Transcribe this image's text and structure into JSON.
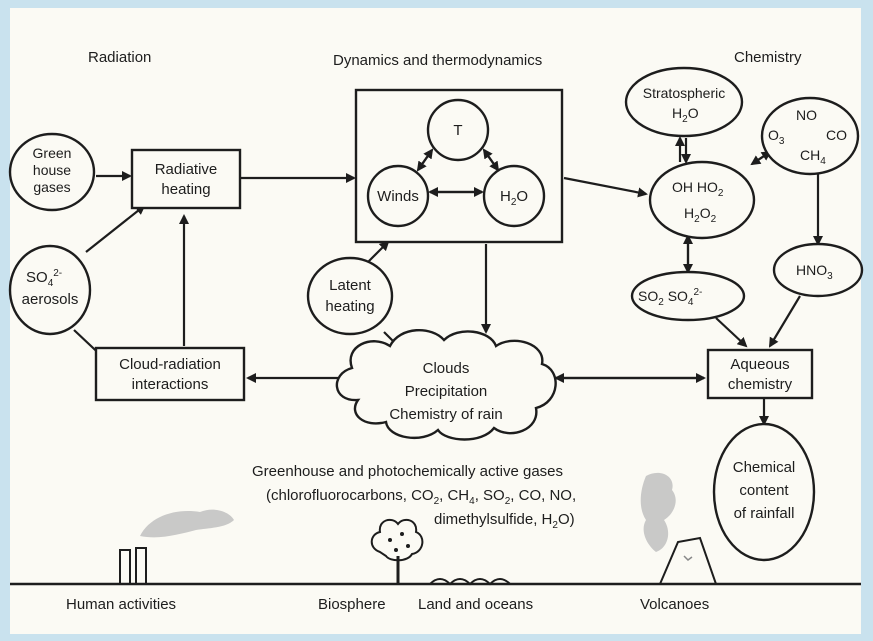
{
  "headers": {
    "radiation": "Radiation",
    "dynamics": "Dynamics and thermodynamics",
    "chemistry": "Chemistry"
  },
  "nodes": {
    "greenhouse": [
      "Green",
      "house",
      "gases"
    ],
    "radiative_heating": [
      "Radiative",
      "heating"
    ],
    "temperature": "T",
    "winds": "Winds",
    "water": "H",
    "water_sub": "2",
    "water_tail": "O",
    "stratospheric": "Stratospheric",
    "strat_h2o": "H",
    "strat_h2o_sub": "2",
    "strat_h2o_tail": "O",
    "no": "NO",
    "o3": "O",
    "o3_sub": "3",
    "co": "CO",
    "ch4": "CH",
    "ch4_sub": "4",
    "oh_ho2": "OH  HO",
    "oh_ho2_sub": "2",
    "h2o2_a": "H",
    "h2o2_sub1": "2",
    "h2o2_b": "O",
    "h2o2_sub2": "2",
    "so4_aerosols": "SO",
    "so4_sub": "4",
    "so4_sup": "2-",
    "aerosols": "aerosols",
    "latent_heating": [
      "Latent",
      "heating"
    ],
    "hno3": "HNO",
    "hno3_sub": "3",
    "so2": "SO",
    "so2_sub": "2",
    "so4b": "SO",
    "so4b_sub": "4",
    "so4b_sup": "2-",
    "cloud_radiation": [
      "Cloud-radiation",
      "interactions"
    ],
    "clouds": [
      "Clouds",
      "Precipitation",
      "Chemistry of rain"
    ],
    "aqueous": [
      "Aqueous",
      "chemistry"
    ],
    "rainfall": [
      "Chemical",
      "content",
      "of rainfall"
    ]
  },
  "gases_caption": {
    "line1": "Greenhouse and photochemically active gases",
    "line2a": "(chlorofluorocarbons, CO",
    "line2b": ", CH",
    "line2c": ", SO",
    "line2d": ", CO, NO,",
    "sub2": "2",
    "sub4": "4",
    "line3a": "dimethylsulfide, H",
    "line3b": "O)"
  },
  "ground_labels": {
    "human": "Human activities",
    "biosphere": "Biosphere",
    "land": "Land and oceans",
    "volcanoes": "Volcanoes"
  },
  "colors": {
    "background_frame": "#c9e2ee",
    "paper": "#fbfaf4",
    "ink": "#1d1d1d",
    "smoke": "#bfbfbf"
  }
}
